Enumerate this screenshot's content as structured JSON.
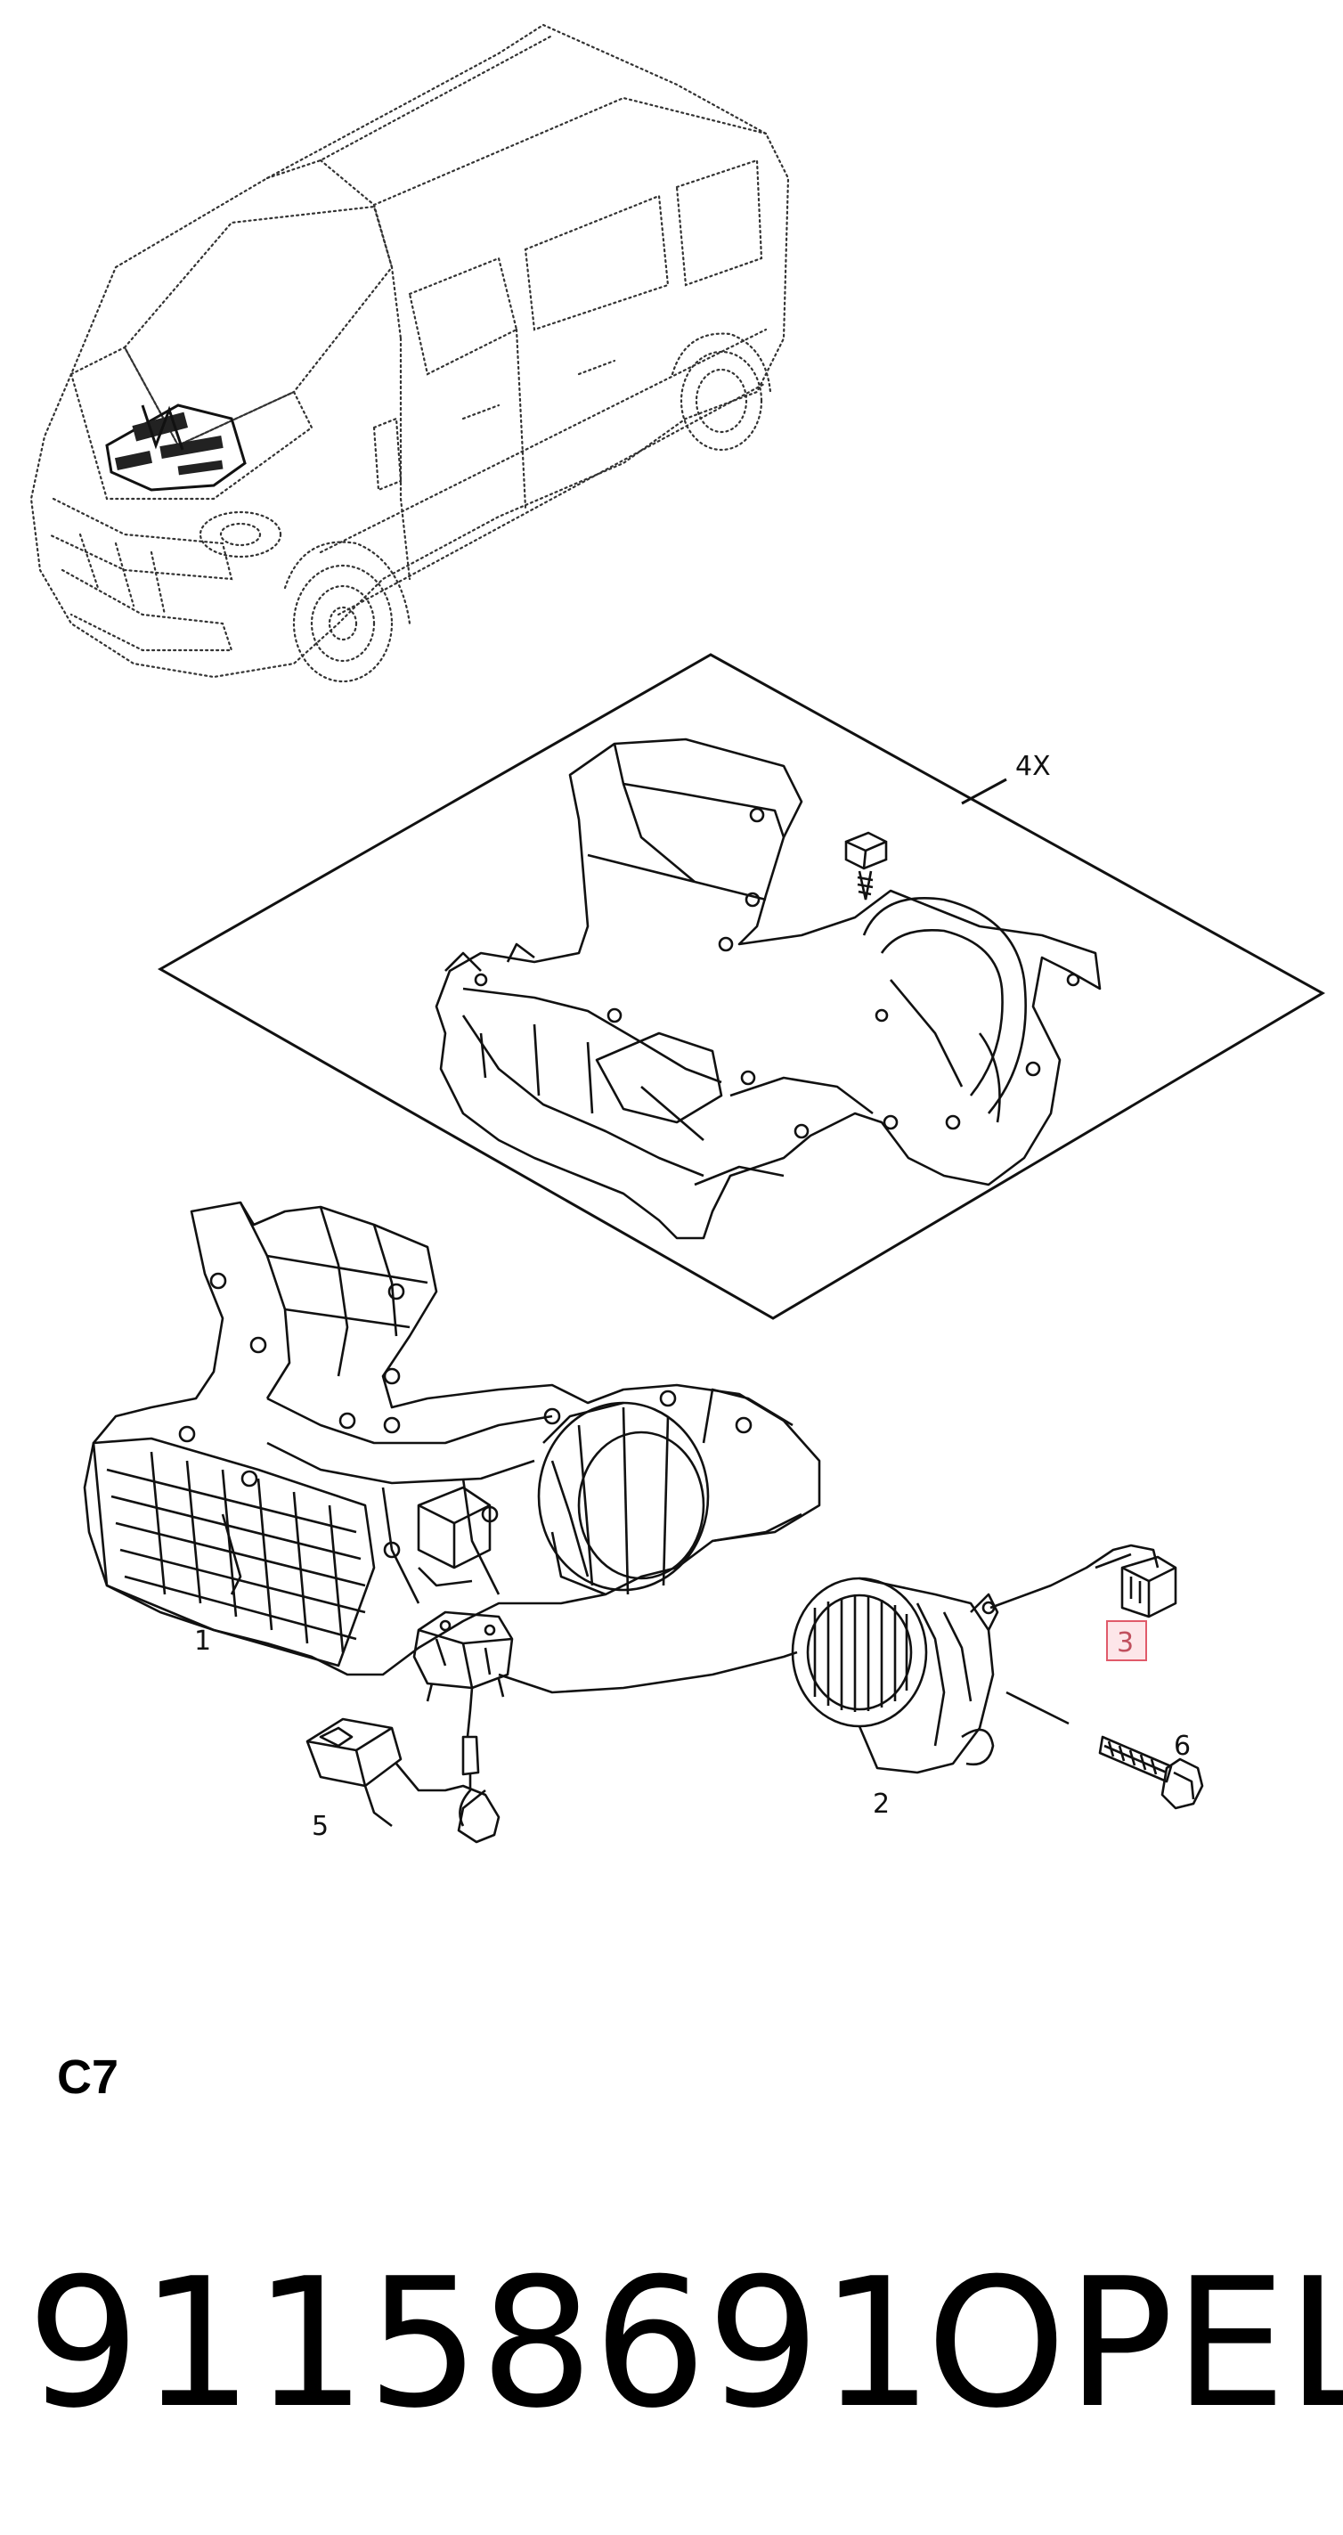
{
  "colors": {
    "ink": "#1a1a1a",
    "highlight_border": "#e05a6a",
    "highlight_fill": "#fde6e9",
    "highlight_text": "#c0505e"
  },
  "callouts": {
    "c1": "1",
    "c2": "2",
    "c3": "3",
    "c4x": "4X",
    "c5": "5",
    "c6": "6"
  },
  "section_code": "C7",
  "footer": {
    "part_number": "91158691",
    "brand": "OPEL"
  }
}
